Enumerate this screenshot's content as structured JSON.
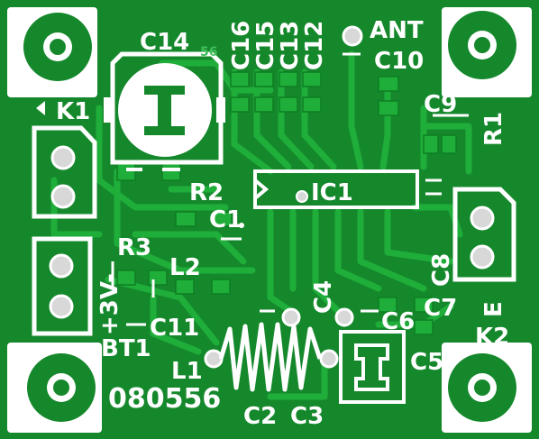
{
  "board": {
    "board_color": "#15882c",
    "trace_color": "#1fae3a",
    "silk_color": "#ffffff",
    "project_number": "080556",
    "faint_number": "56"
  },
  "labels": {
    "c14": "C14",
    "c16": "C16",
    "c15": "C15",
    "c13": "C13",
    "c12": "C12",
    "ant": "ANT",
    "c10": "C10",
    "k1": "K1",
    "c9": "C9",
    "r1": "R1",
    "r2": "R2",
    "ic1": "IC1",
    "c1": "C1",
    "r3": "R3",
    "l2": "L2",
    "c8": "C8",
    "c4": "C4",
    "c7": "C7",
    "c6": "C6",
    "plus3v": "+3V-",
    "c11": "C11",
    "bt1": "BT1",
    "l1": "L1",
    "c5": "C5",
    "k2": "K2",
    "e": "E",
    "c2": "C2",
    "c3": "C3"
  }
}
